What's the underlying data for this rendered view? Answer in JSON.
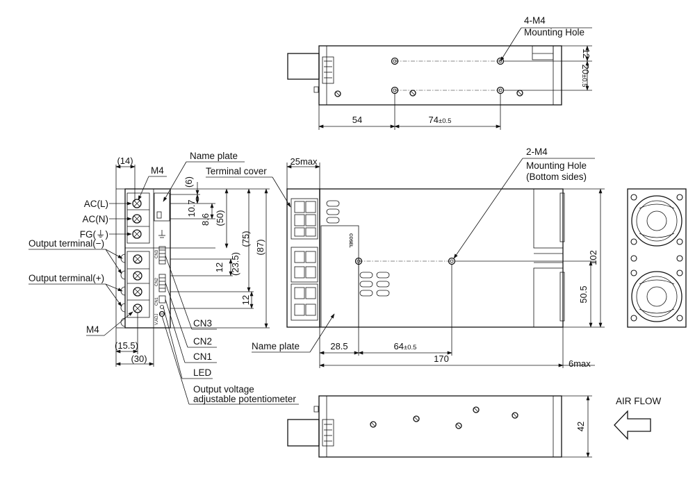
{
  "top_view": {
    "mounting_hole_count": "4-M4",
    "mounting_hole_label": "Mounting Hole",
    "dim_left": "54",
    "dim_holes_value": "74",
    "dim_holes_tol": "±0.5",
    "dim_right_top": "12",
    "dim_right_spacing_value": "20",
    "dim_right_spacing_tol": "±0.5"
  },
  "front_view": {
    "dim_width": "(14)",
    "screw_label": "M4",
    "terminal_labels": [
      "AC(L)",
      "AC(N)",
      "FG(⏚)",
      "Output terminal(−)",
      "Output terminal(+)"
    ],
    "nameplate_label": "Name plate",
    "bottom_screw_label": "M4",
    "vertical_dims": [
      "(6)",
      "10.7",
      "8.6",
      "(50)",
      "(75)",
      "(87)",
      "12",
      "(23.5)",
      "12"
    ],
    "connector_labels": [
      "CN3",
      "CN2",
      "CN1",
      "LED"
    ],
    "pot_label_line1": "Output voltage",
    "pot_label_line2": "adjustable potentiometer",
    "dim_bottom_inner": "(15.5)",
    "dim_bottom_outer": "(30)",
    "panel_marks": [
      "CN1",
      "CN2",
      "CN3",
      "V.ADJ"
    ]
  },
  "side_view": {
    "terminal_cover_label": "Terminal cover",
    "dim_cover": "25max",
    "mounting_hole_count": "2-M4",
    "mounting_hole_label": "Mounting Hole",
    "mounting_hole_note": "(Bottom sides)",
    "nameplate_label": "Name plate",
    "brand": "COSEL",
    "dim_left": "28.5",
    "dim_holes_value": "64",
    "dim_holes_tol": "±0.5",
    "dim_length": "170",
    "dim_fan": "6max",
    "dim_height": "102",
    "dim_hole_height": "50.5"
  },
  "bottom_view": {
    "dim_height": "42",
    "airflow_label": "AIR FLOW"
  }
}
